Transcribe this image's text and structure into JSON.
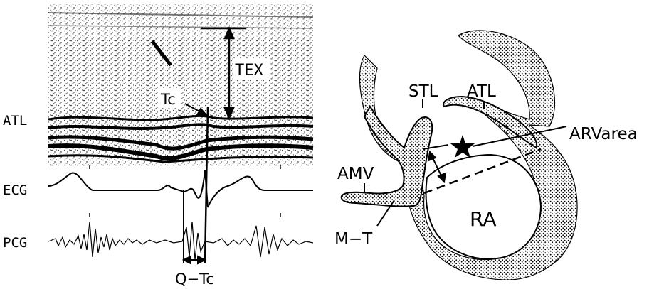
{
  "left_panel": {
    "trace_labels": {
      "atl": "ATL",
      "ecg": "ECG",
      "pcg": "PCG"
    },
    "annotations": {
      "tex": "TEX",
      "tc": "Tc",
      "q_tc": "Q−Tc"
    }
  },
  "right_panel": {
    "labels": {
      "stl": "STL",
      "atl": "ATL",
      "arv_area": "ARVarea",
      "amv": "AMV",
      "ra": "RA",
      "m_t": "M−T"
    }
  }
}
